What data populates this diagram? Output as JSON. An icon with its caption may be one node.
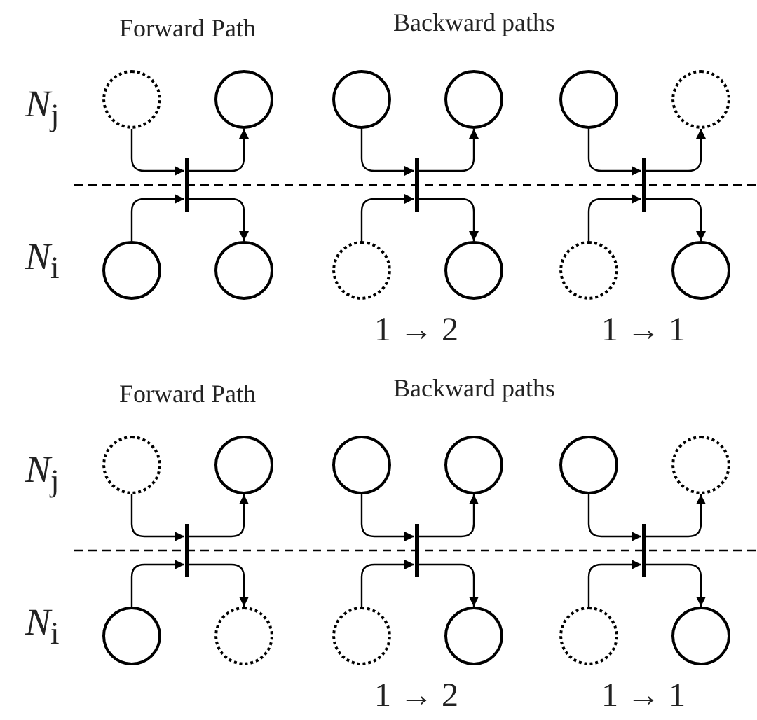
{
  "diagram": {
    "nodes": [
      {
        "text": [],
        "shape": "circle"
      },
      {
        "text": [],
        "shape": "circle"
      },
      {
        "text": [],
        "shape": "bar"
      },
      {
        "text": [],
        "shape": "circle"
      },
      {
        "text": [],
        "shape": "circle"
      },
      {
        "text": [],
        "shape": "circle"
      },
      {
        "text": [],
        "shape": "circle"
      },
      {
        "text": [],
        "shape": "bar"
      },
      {
        "text": [],
        "shape": "circle"
      },
      {
        "text": [],
        "shape": "circle"
      },
      {
        "text": [],
        "shape": "circle"
      },
      {
        "text": [],
        "shape": "circle"
      },
      {
        "text": [],
        "shape": "bar"
      },
      {
        "text": [],
        "shape": "circle"
      },
      {
        "text": [],
        "shape": "circle"
      },
      {
        "text": [],
        "shape": "circle"
      },
      {
        "text": [],
        "shape": "circle"
      },
      {
        "text": [],
        "shape": "bar"
      },
      {
        "text": [],
        "shape": "circle"
      },
      {
        "text": [],
        "shape": "circle"
      },
      {
        "text": [],
        "shape": "circle"
      },
      {
        "text": [],
        "shape": "circle"
      },
      {
        "text": [],
        "shape": "bar"
      },
      {
        "text": [],
        "shape": "circle"
      },
      {
        "text": [],
        "shape": "circle"
      },
      {
        "text": [],
        "shape": "circle"
      },
      {
        "text": [],
        "shape": "circle"
      },
      {
        "text": [],
        "shape": "bar"
      },
      {
        "text": [],
        "shape": "circle"
      },
      {
        "text": [],
        "shape": "circle"
      }
    ],
    "edges": [
      {
        "from": 0,
        "to": 2,
        "arrow": "to"
      },
      {
        "from": 3,
        "to": 2,
        "arrow": "to"
      },
      {
        "from": 2,
        "to": 1,
        "arrow": "to"
      },
      {
        "from": 2,
        "to": 4,
        "arrow": "to"
      },
      {
        "from": 5,
        "to": 7,
        "arrow": "to"
      },
      {
        "from": 8,
        "to": 7,
        "arrow": "to"
      },
      {
        "from": 7,
        "to": 6,
        "arrow": "to"
      },
      {
        "from": 7,
        "to": 9,
        "arrow": "to"
      },
      {
        "from": 10,
        "to": 12,
        "arrow": "to"
      },
      {
        "from": 13,
        "to": 12,
        "arrow": "to"
      },
      {
        "from": 12,
        "to": 11,
        "arrow": "to"
      },
      {
        "from": 12,
        "to": 14,
        "arrow": "to"
      },
      {
        "from": 15,
        "to": 17,
        "arrow": "to"
      },
      {
        "from": 18,
        "to": 17,
        "arrow": "to"
      },
      {
        "from": 17,
        "to": 16,
        "arrow": "to"
      },
      {
        "from": 17,
        "to": 19,
        "arrow": "to"
      },
      {
        "from": 20,
        "to": 22,
        "arrow": "to"
      },
      {
        "from": 23,
        "to": 22,
        "arrow": "to"
      },
      {
        "from": 22,
        "to": 21,
        "arrow": "to"
      },
      {
        "from": 22,
        "to": 24,
        "arrow": "to"
      },
      {
        "from": 25,
        "to": 27,
        "arrow": "to"
      },
      {
        "from": 28,
        "to": 27,
        "arrow": "to"
      },
      {
        "from": 27,
        "to": 26,
        "arrow": "to"
      },
      {
        "from": 27,
        "to": 29,
        "arrow": "to"
      }
    ],
    "labels": [
      "Forward Path",
      "Backward paths",
      "*N*$_{j}$",
      "*N*$_{i}$",
      "1 → 2",
      "1 → 1",
      "Forward Path",
      "Backward paths",
      "*N*$_{j}$",
      "*N*$_{i}$",
      "1 → 2",
      "1 → 1"
    ]
  }
}
